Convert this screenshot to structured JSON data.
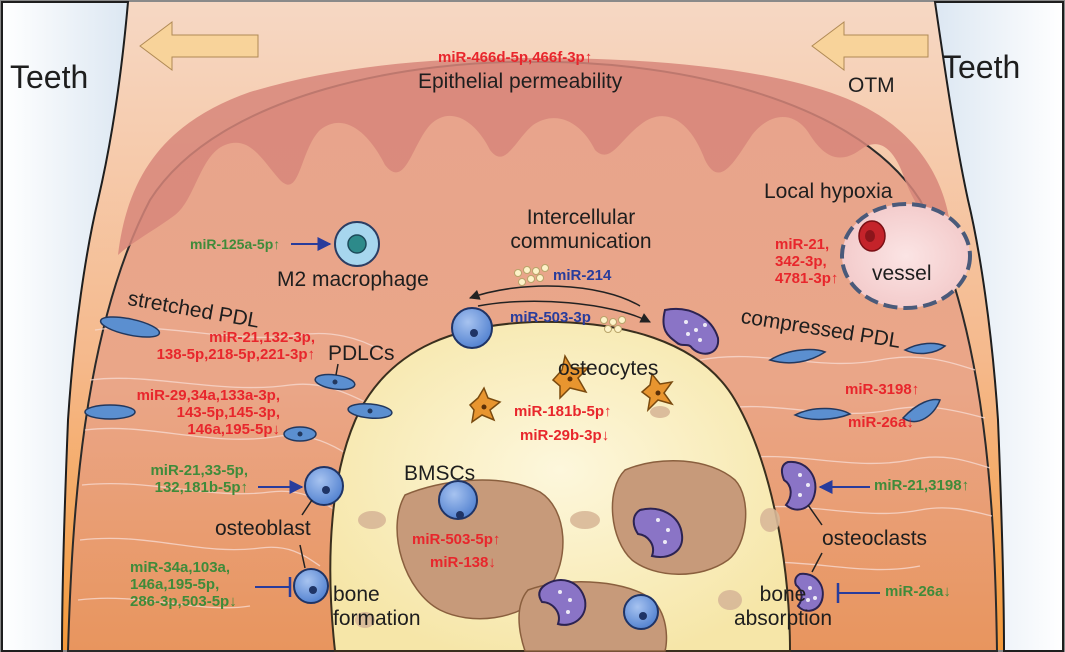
{
  "colors": {
    "red_text": "#e8262c",
    "green_text": "#3f8b3a",
    "blue_text": "#283c9c",
    "gum": "#d9887a",
    "pdl": "#e9a98b",
    "bone": "#fbefc4",
    "cell_blue": "#5e8ed8",
    "osteoclast_purple": "#8a74c6",
    "osteocyte_orange": "#e8952f",
    "arrow_fill": "#f8d39a"
  },
  "labels": {
    "teeth_left": "Teeth",
    "teeth_right": "Teeth",
    "otm": "OTM",
    "epi_mir": "miR-466d-5p,466f-3p",
    "epi_perm": "Epithelial permeability",
    "local_hypoxia": "Local hypoxia",
    "vessel": "vessel",
    "hyp_mir_1": "miR-21,",
    "hyp_mir_2": "342-3p,",
    "hyp_mir_3": "4781-3p",
    "inter_1": "Intercellular",
    "inter_2": "communication",
    "mir214": "miR-214",
    "mir503": "miR-503-3p",
    "mac_mir": "miR-125a-5p",
    "m2": "M2 macrophage",
    "stretched": "stretched PDL",
    "compressed": "compressed PDL",
    "pdlcs": "PDLCs",
    "sp_up_1": "miR-21,132-3p,",
    "sp_up_2": "138-5p,218-5p,221-3p",
    "sp_dn_1": "miR-29,34a,133a-3p,",
    "sp_dn_2": "143-5p,145-3p,",
    "sp_dn_3": "146a,195-5p",
    "osteocytes": "osteocytes",
    "ocy_1": "miR-181b-5p",
    "ocy_2": "miR-29b-3p",
    "cp_1": "miR-3198",
    "cp_2": "miR-26a",
    "ob_up_1": "miR-21,33-5p,",
    "ob_up_2": "132,181b-5p",
    "osteoblast": "osteoblast",
    "ob_dn_1": "miR-34a,103a,",
    "ob_dn_2": "146a,195-5p,",
    "ob_dn_3": "286-3p,503-5p",
    "bone_form_1": "bone",
    "bone_form_2": "formation",
    "bmscs": "BMSCs",
    "bm_1": "miR-503-5p",
    "bm_2": "miR-138",
    "oc_up": "miR-21,3198",
    "osteoclasts": "osteoclasts",
    "oc_dn": "miR-26a",
    "bone_abs_1": "bone",
    "bone_abs_2": "absorption",
    "up": "↑",
    "down": "↓"
  }
}
